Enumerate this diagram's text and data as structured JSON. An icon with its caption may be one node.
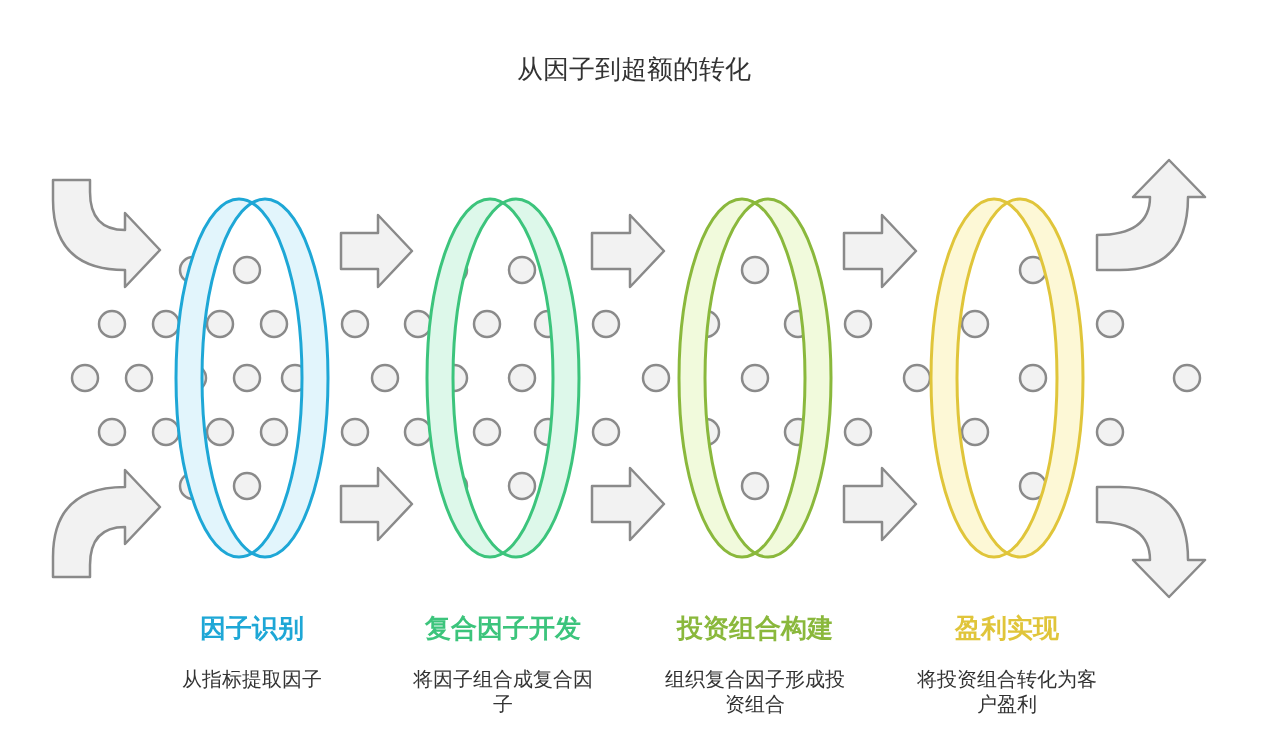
{
  "diagram": {
    "title": "从因子到超额的转化",
    "nodes": [
      {
        "text": [
          "因子识别",
          "从指标提取因子"
        ]
      },
      {
        "text": [
          "复合因子开发",
          "将因子组合成复合因子"
        ]
      },
      {
        "text": [
          "投资组合构建",
          "组织复合因子形成投资组合"
        ]
      },
      {
        "text": [
          "盈利实现",
          "将投资组合转化为客户盈利"
        ]
      }
    ],
    "edges": [
      {
        "from": null,
        "to": 0,
        "arrow": "to"
      },
      {
        "from": null,
        "to": 0,
        "arrow": "to"
      },
      {
        "from": 0,
        "to": 1,
        "arrow": "to"
      },
      {
        "from": 0,
        "to": 1,
        "arrow": "to"
      },
      {
        "from": 1,
        "to": 2,
        "arrow": "to"
      },
      {
        "from": 1,
        "to": 2,
        "arrow": "to"
      },
      {
        "from": 2,
        "to": 3,
        "arrow": "to"
      },
      {
        "from": 2,
        "to": 3,
        "arrow": "to"
      },
      {
        "from": 3,
        "to": null,
        "arrow": "to"
      },
      {
        "from": 3,
        "to": null,
        "arrow": "to"
      }
    ]
  }
}
